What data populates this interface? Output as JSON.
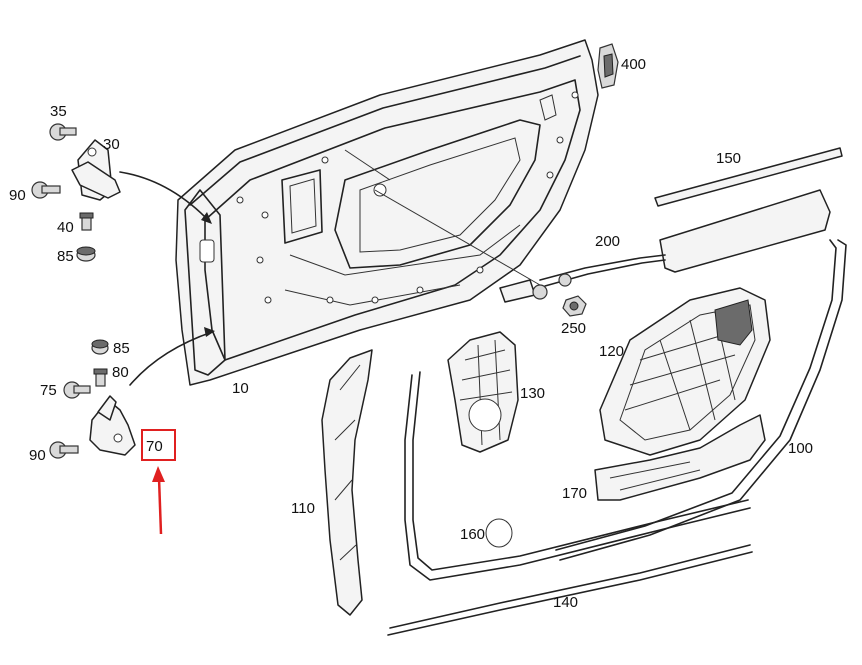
{
  "labels": {
    "p10": "10",
    "p30": "30",
    "p35": "35",
    "p40": "40",
    "p70": "70",
    "p75": "75",
    "p80": "80",
    "p85a": "85",
    "p85b": "85",
    "p90a": "90",
    "p90b": "90",
    "p100": "100",
    "p110": "110",
    "p120": "120",
    "p130": "130",
    "p140": "140",
    "p150": "150",
    "p160": "160",
    "p170": "170",
    "p200": "200",
    "p250": "250",
    "p400": "400"
  },
  "highlight": {
    "target": "70",
    "color": "#e02020"
  }
}
